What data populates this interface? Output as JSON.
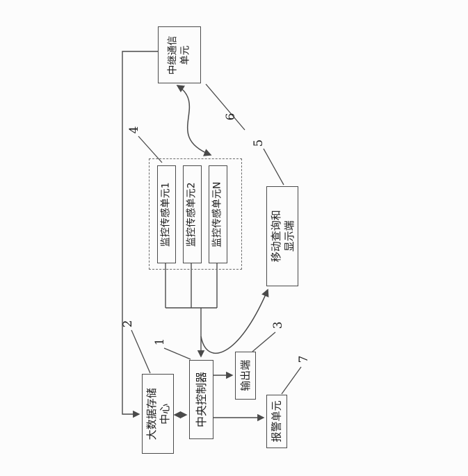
{
  "figure": {
    "background": "#fcfcfc",
    "ink_color": "#4a4a4a",
    "text_color": "#1d1d1d"
  },
  "boxes": {
    "relay": {
      "line1": "中继通信",
      "line2": "单元"
    },
    "sensor1": {
      "label": "监控传感单元1"
    },
    "sensor2": {
      "label": "监控传感单元2"
    },
    "sensorN": {
      "label": "监控传感单元N"
    },
    "mobile": {
      "line1": "移动查询和",
      "line2": "显示端"
    },
    "storage": {
      "line1": "大数据存储",
      "line2": "中心"
    },
    "controller": {
      "label": "中央控制器"
    },
    "output": {
      "label": "输出端"
    },
    "alarm": {
      "label": "报警单元"
    }
  },
  "refs": {
    "controller": "1",
    "storage": "2",
    "output": "3",
    "sensors": "4",
    "mobile": "5",
    "relay": "6",
    "alarm": "7"
  }
}
